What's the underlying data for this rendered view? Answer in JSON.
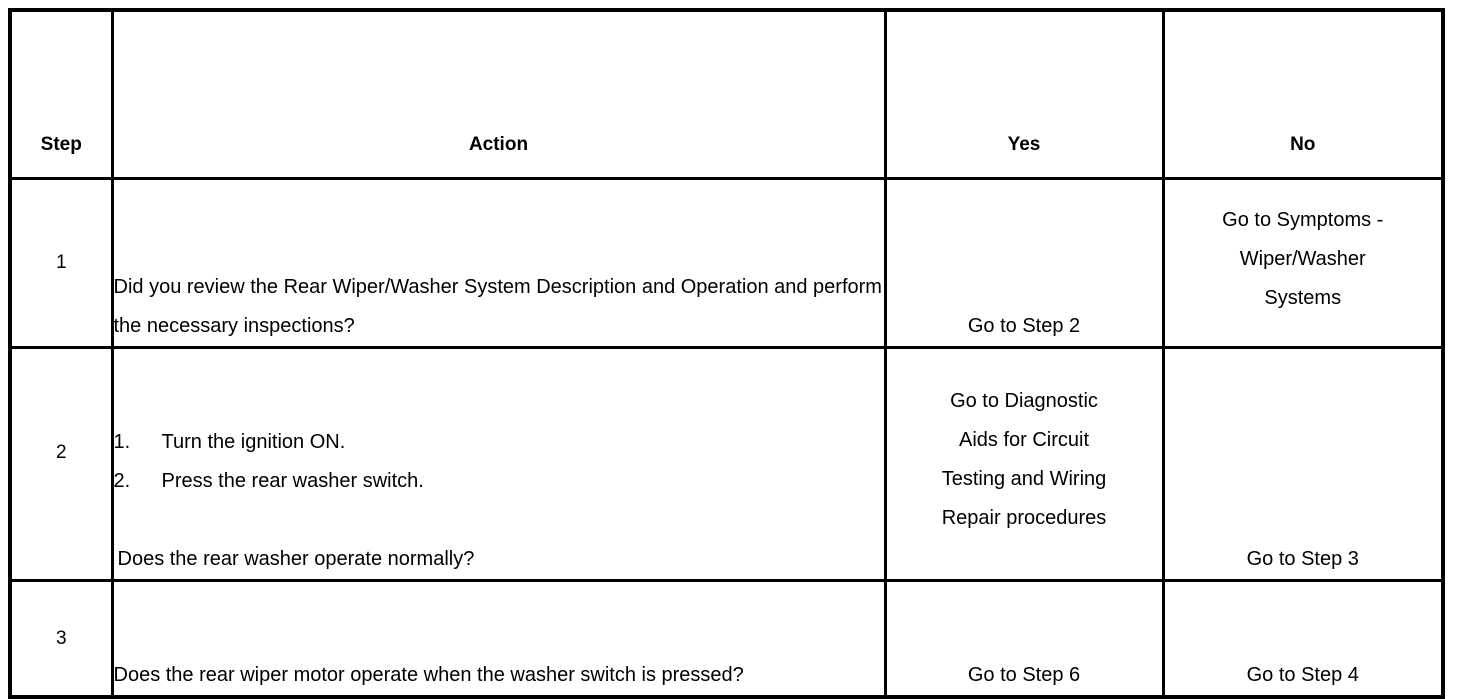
{
  "document": {
    "type": "diagnostic-procedure-table",
    "title": ""
  },
  "table": {
    "headers": {
      "step": "Step",
      "step_wrapped": [
        "St",
        "ep"
      ],
      "action": "Action",
      "yes": "Yes",
      "no": "No"
    },
    "rows": [
      {
        "step": "1",
        "action": {
          "kind": "paragraph",
          "text": "Did you review the Rear Wiper/Washer System Description and Operation and perform the necessary inspections?"
        },
        "yes": [
          "Go to Step 2"
        ],
        "no": [
          "Go to Symptoms -",
          "Wiper/Washer",
          "Systems"
        ],
        "yes_align": "bottom",
        "no_align": "middle"
      },
      {
        "step": "2",
        "action": {
          "kind": "numbered-list",
          "items": [
            {
              "num": "1.",
              "text": "Turn the ignition ON."
            },
            {
              "num": "2.",
              "text": "Press the rear washer switch."
            }
          ],
          "question": "Does the rear washer operate normally?"
        },
        "yes": [
          "Go to Diagnostic",
          "Aids for Circuit",
          "Testing and Wiring",
          "Repair procedures"
        ],
        "no": [
          "Go to Step 3"
        ],
        "yes_align": "middle",
        "no_align": "bottom"
      },
      {
        "step": "3",
        "action": {
          "kind": "paragraph",
          "text": "Does the rear wiper motor operate when the washer switch is pressed?"
        },
        "yes": [
          "Go to Step 6"
        ],
        "no": [
          "Go to Step 4"
        ],
        "yes_align": "bottom",
        "no_align": "bottom"
      }
    ]
  },
  "colors": {
    "background": "#ffffff",
    "text": "#000000",
    "border": "#000000"
  }
}
